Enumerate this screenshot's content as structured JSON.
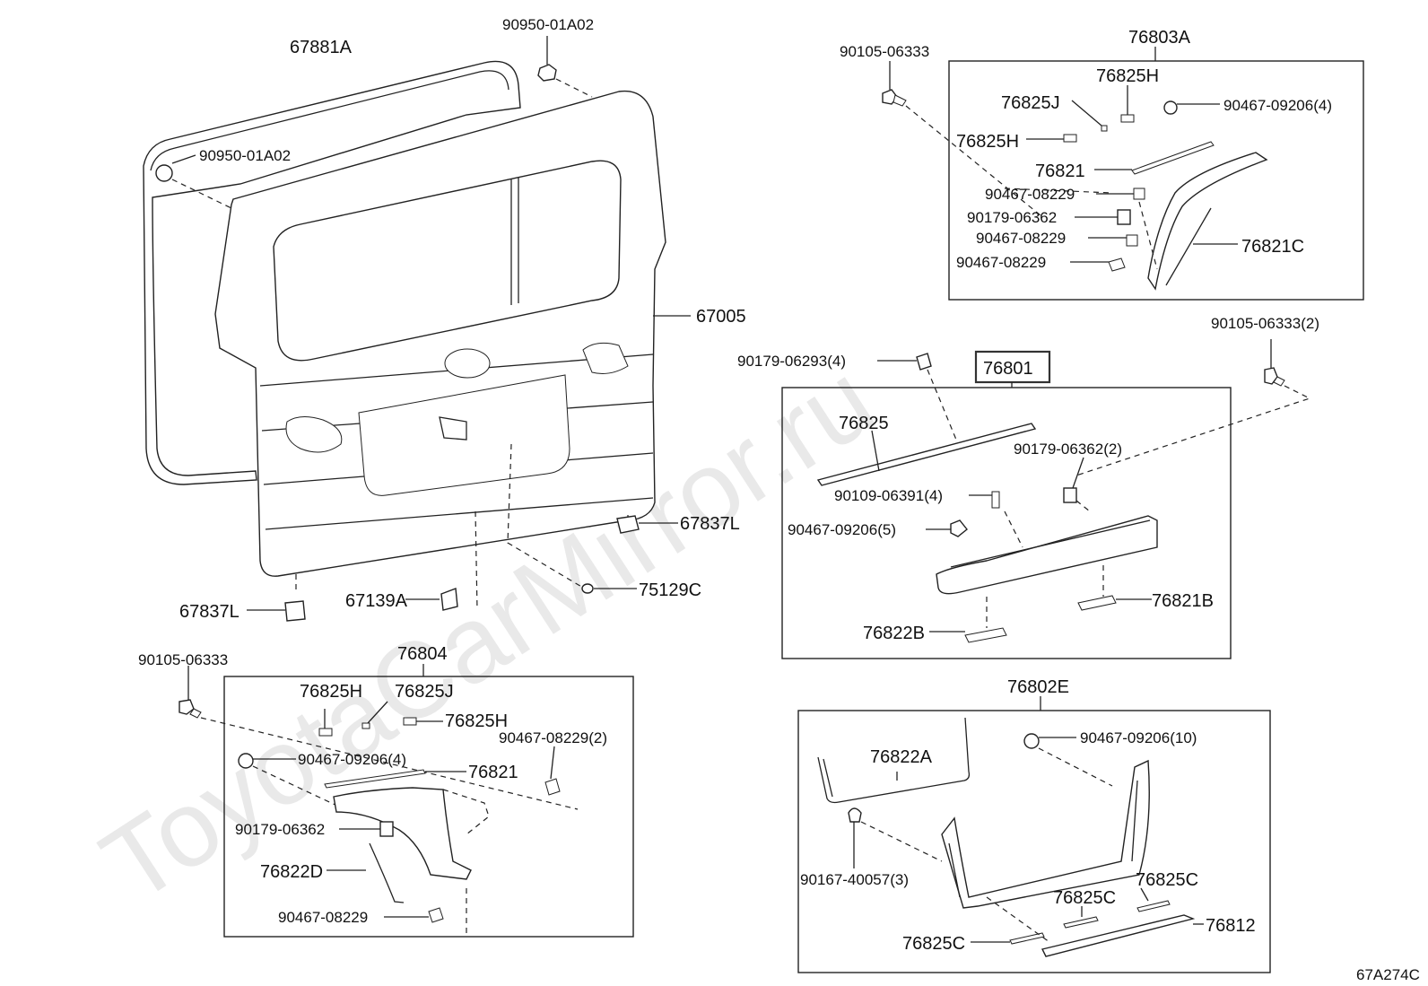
{
  "watermark": "ToyotaCarMirror.ru",
  "figure_code": "67A274C",
  "labels": {
    "p67881A": "67881A",
    "p90950_01A02_top": "90950-01A02",
    "p90950_01A02_left": "90950-01A02",
    "p67005": "67005",
    "p67837L_right": "67837L",
    "p67837L_left": "67837L",
    "p67139A": "67139A",
    "p75129C": "75129C",
    "p76803A": "76803A",
    "p90105_06333_tr": "90105-06333",
    "p76825H_a": "76825H",
    "p76825J_a": "76825J",
    "p76825H_b": "76825H",
    "p90467_09206_4_a": "90467-09206(4)",
    "p76821_a": "76821",
    "p90467_08229_a": "90467-08229",
    "p90179_06362_a": "90179-06362",
    "p90467_08229_b": "90467-08229",
    "p90467_08229_c": "90467-08229",
    "p76821C": "76821C",
    "p90105_06333_2": "90105-06333(2)",
    "p90179_06293_4": "90179-06293(4)",
    "p76801": "76801",
    "p76825": "76825",
    "p90179_06362_2": "90179-06362(2)",
    "p90109_06391_4": "90109-06391(4)",
    "p90467_09206_5": "90467-09206(5)",
    "p76821B": "76821B",
    "p76822B": "76822B",
    "p90105_06333_bl": "90105-06333",
    "p76804": "76804",
    "p76825H_c": "76825H",
    "p76825J_b": "76825J",
    "p76825H_d": "76825H",
    "p90467_08229_2": "90467-08229(2)",
    "p90467_09206_4_b": "90467-09206(4)",
    "p76821_b": "76821",
    "p90179_06362_b": "90179-06362",
    "p76822D": "76822D",
    "p90467_08229_d": "90467-08229",
    "p76802E": "76802E",
    "p76822A": "76822A",
    "p90467_09206_10": "90467-09206(10)",
    "p90167_40057_3": "90167-40057(3)",
    "p76825C_a": "76825C",
    "p76825C_b": "76825C",
    "p76825C_c": "76825C",
    "p76812": "76812"
  }
}
